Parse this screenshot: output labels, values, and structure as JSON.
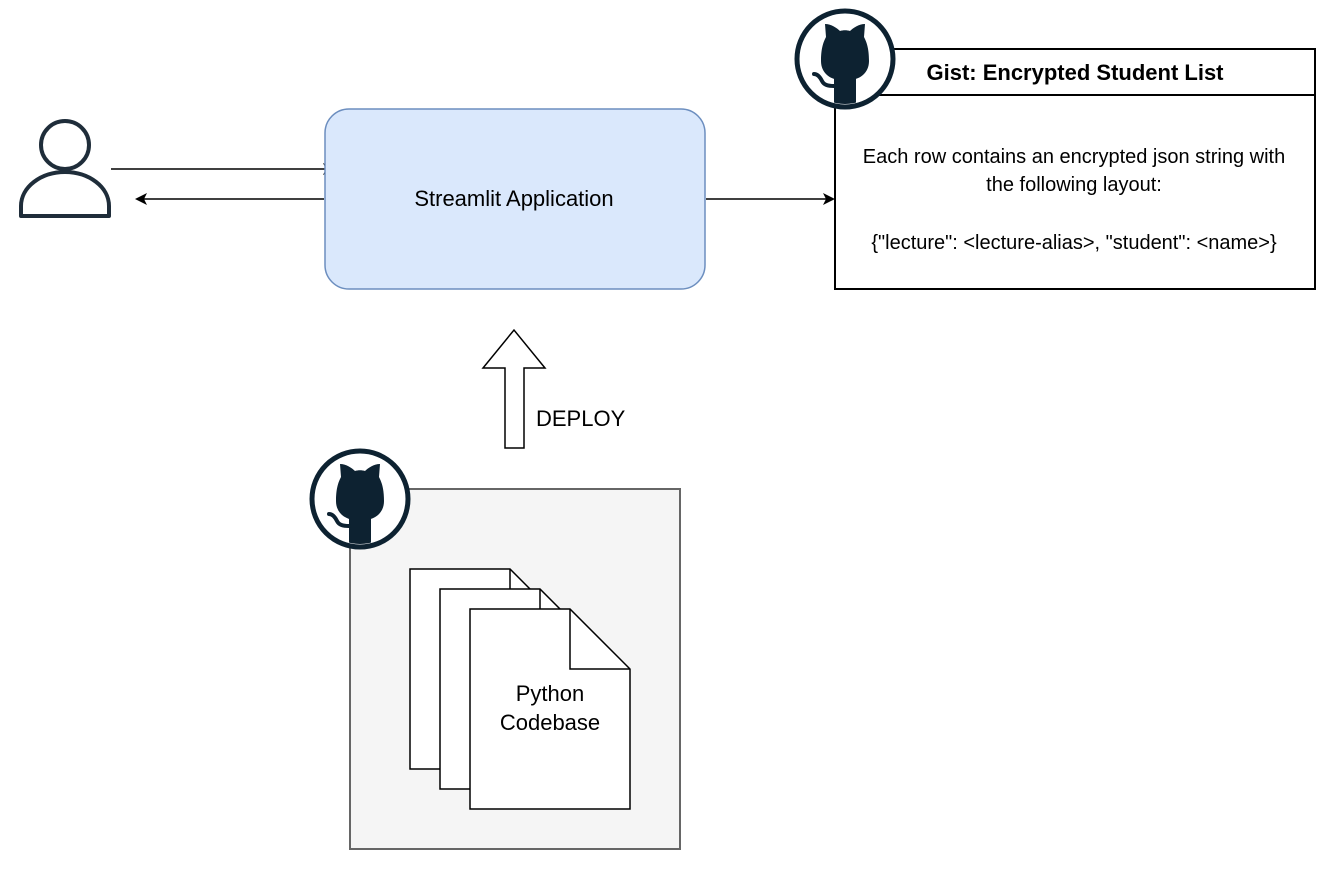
{
  "app_node": {
    "label": "Streamlit Application",
    "fill": "#dae8fc",
    "stroke": "#6c8ebf"
  },
  "gist_node": {
    "title": "Gist: Encrypted Student List",
    "body_line1": "Each row contains an encrypted json string with",
    "body_line2": "the following layout:",
    "body_line3": "{\"lecture\": <lecture-alias>, \"student\": <name>}"
  },
  "deploy_arrow": {
    "label": "DEPLOY"
  },
  "codebase_node": {
    "label_line1": "Python",
    "label_line2": "Codebase",
    "container_fill": "#f5f5f5",
    "container_stroke": "#666666"
  },
  "icons": {
    "user": "user-icon",
    "repo_github": "github-icon",
    "gist_github": "github-icon",
    "color": "#0d2231"
  }
}
